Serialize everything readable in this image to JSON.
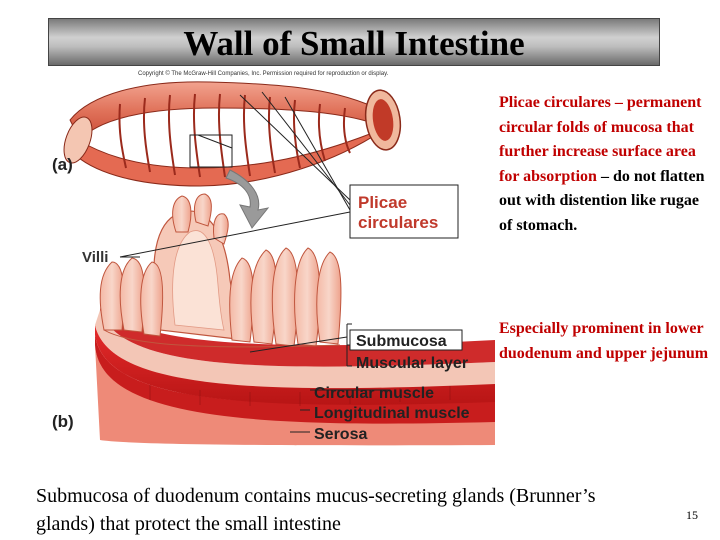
{
  "title": "Wall of Small Intestine",
  "copyright": "Copyright © The McGraw-Hill Companies, Inc. Permission required for reproduction or display.",
  "figure": {
    "label_a": "(a)",
    "label_b": "(b)",
    "villi": "Villi",
    "plicae_line1": "Plicae",
    "plicae_line2": "circulares",
    "submucosa": "Submucosa",
    "muscular_layer": "Muscular layer",
    "circular_muscle": "Circular muscle",
    "longitudinal_muscle": "Longitudinal muscle",
    "serosa": "Serosa"
  },
  "note1": {
    "part1": "Plicae circulares – permanent circular folds of mucosa that further increase surface area for absorption",
    "part2": " – do not flatten out with distention like rugae of stomach."
  },
  "note2": "Especially prominent in lower duodenum and upper jejunum",
  "bottom_text": "Submucosa of duodenum contains mucus-secreting glands (Brunner’s glands) that protect the small intestine",
  "page_number": "15",
  "colors": {
    "accent_red": "#c00000",
    "label_red": "#c0392b"
  }
}
